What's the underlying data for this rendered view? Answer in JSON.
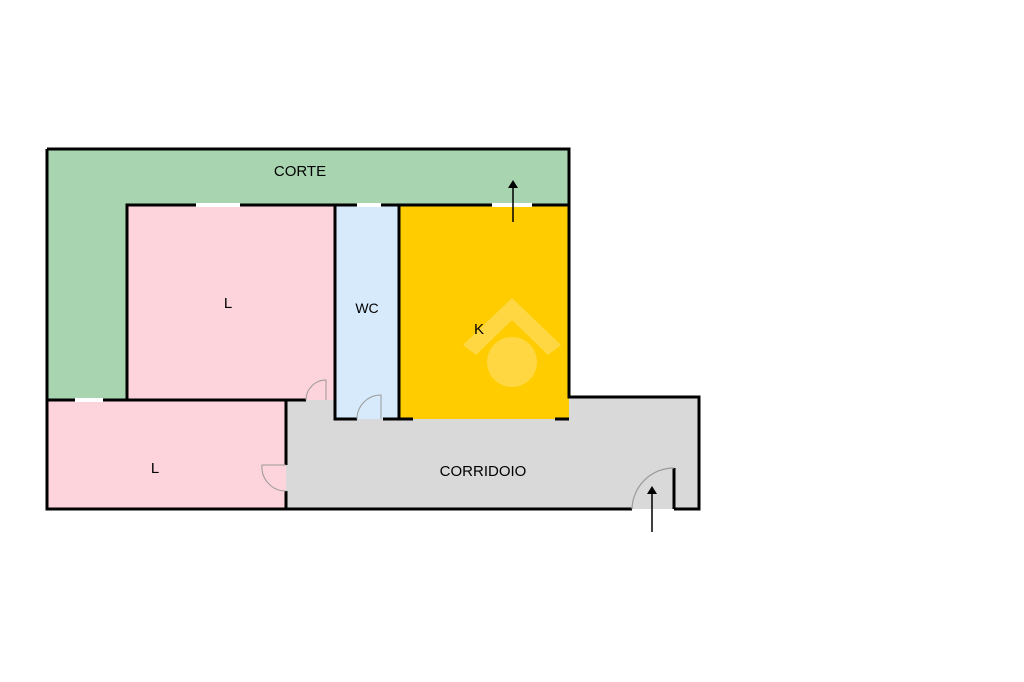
{
  "rooms": {
    "corte": {
      "label": "CORTE",
      "color": "#a8d5b0"
    },
    "living_top": {
      "label": "L",
      "color": "#fdd3dc"
    },
    "living_bottom": {
      "label": "L",
      "color": "#fdd3dc"
    },
    "wc": {
      "label": "WC",
      "color": "#d6eafc"
    },
    "kitchen": {
      "label": "K",
      "color": "#ffcc00"
    },
    "corridoio": {
      "label": "CORRIDOIO",
      "color": "#d9d9d9"
    }
  },
  "colors": {
    "wall": "#000000",
    "door_arc": "#999999",
    "watermark": "#ffe07a"
  },
  "icons": {
    "entrance_arrow": "arrow-up-icon",
    "kitchen_exit_arrow": "arrow-up-icon",
    "watermark": "house-logo-watermark"
  }
}
